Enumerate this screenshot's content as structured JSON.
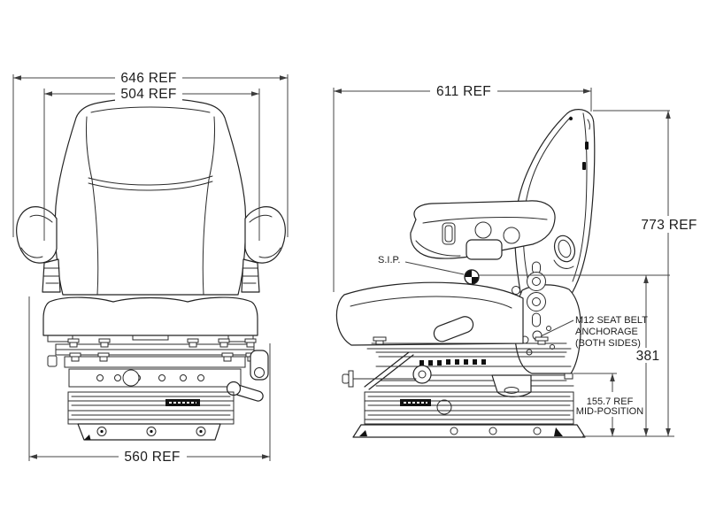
{
  "canvas": {
    "background": "#ffffff",
    "line_color": "#232323",
    "dimension_color": "#454545"
  },
  "dims": {
    "front_overall_width": "646 REF",
    "backrest_width": "504 REF",
    "rail_width": "560 REF",
    "depth": "611 REF",
    "overall_height": "773 REF",
    "sip_height": "381",
    "mid_pos_1": "155.7 REF",
    "mid_pos_2": "MID-POSITION"
  },
  "callouts": {
    "sip": "S.I.P.",
    "belt_1": "M12 SEAT BELT",
    "belt_2": "ANCHORAGE",
    "belt_3": "(BOTH SIDES)"
  }
}
